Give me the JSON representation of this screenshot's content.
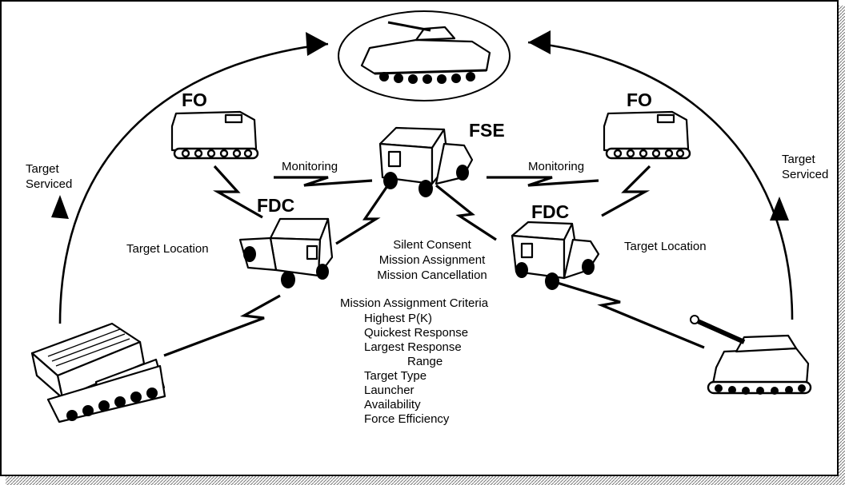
{
  "nodes": {
    "fo_left": "FO",
    "fo_right": "FO",
    "fse": "FSE",
    "fdc_left": "FDC",
    "fdc_right": "FDC"
  },
  "labels": {
    "target_serviced_left": [
      "Target",
      "Serviced"
    ],
    "target_serviced_right": [
      "Target",
      "Serviced"
    ],
    "monitoring_left": "Monitoring",
    "monitoring_right": "Monitoring",
    "target_location_left": "Target Location",
    "target_location_right": "Target Location",
    "fse_messages": [
      "Silent Consent",
      "Mission Assignment",
      "Mission Cancellation"
    ]
  },
  "criteria": {
    "title": "Mission Assignment Criteria",
    "items": [
      "Highest P(K)",
      "Quickest Response",
      "Largest Response",
      "Range",
      "Target Type",
      "Launcher",
      "Availability",
      "Force Efficiency"
    ]
  },
  "icons": {
    "target": "tracked-ifv-icon",
    "fo": "tracked-apc-icon",
    "fse": "humvee-shelter-icon",
    "fdc": "humvee-shelter-icon",
    "rocket_launcher": "mlrs-launcher-icon",
    "howitzer": "self-propelled-howitzer-icon"
  }
}
